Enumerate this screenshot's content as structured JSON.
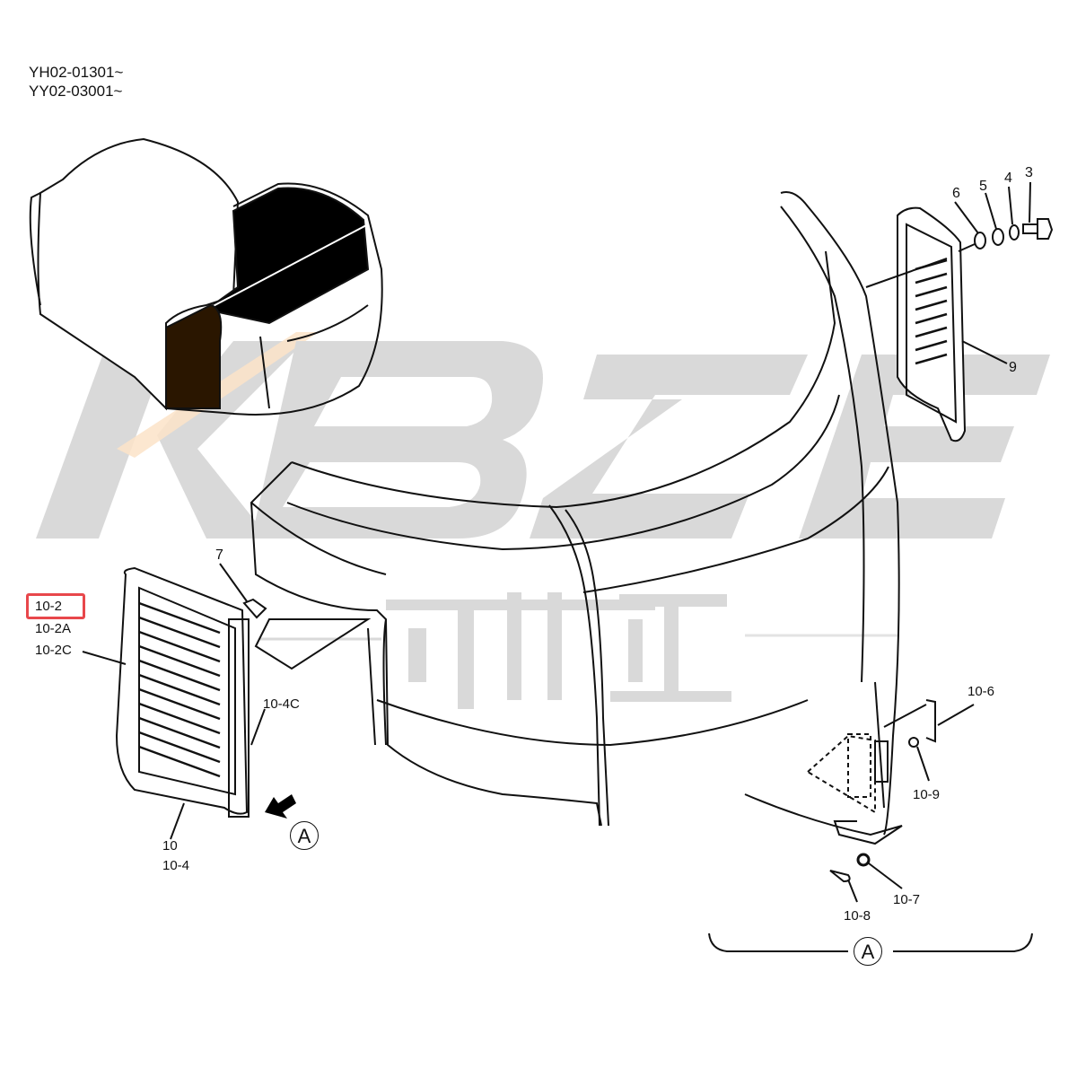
{
  "header": {
    "serial_ranges": [
      "YH02-01301~",
      "YY02-03001~"
    ]
  },
  "watermark": {
    "letters": "KBZE",
    "chinese_text": "可比正",
    "letter_color": "#d9d9d9",
    "accent_color": "#fbe3c8"
  },
  "highlight": {
    "part": "10-2",
    "color": "#e8474b"
  },
  "callouts": {
    "p3": "3",
    "p4": "4",
    "p5": "5",
    "p6": "6",
    "p7": "7",
    "p9": "9",
    "p10_2": "10-2",
    "p10_2a": "10-2A",
    "p10_2c": "10-2C",
    "p10_4c": "10-4C",
    "p10": "10",
    "p10_4": "10-4",
    "p10_6": "10-6",
    "p10_9": "10-9",
    "p10_7": "10-7",
    "p10_8": "10-8",
    "view_a_arrow": "A",
    "view_a_detail": "A"
  }
}
